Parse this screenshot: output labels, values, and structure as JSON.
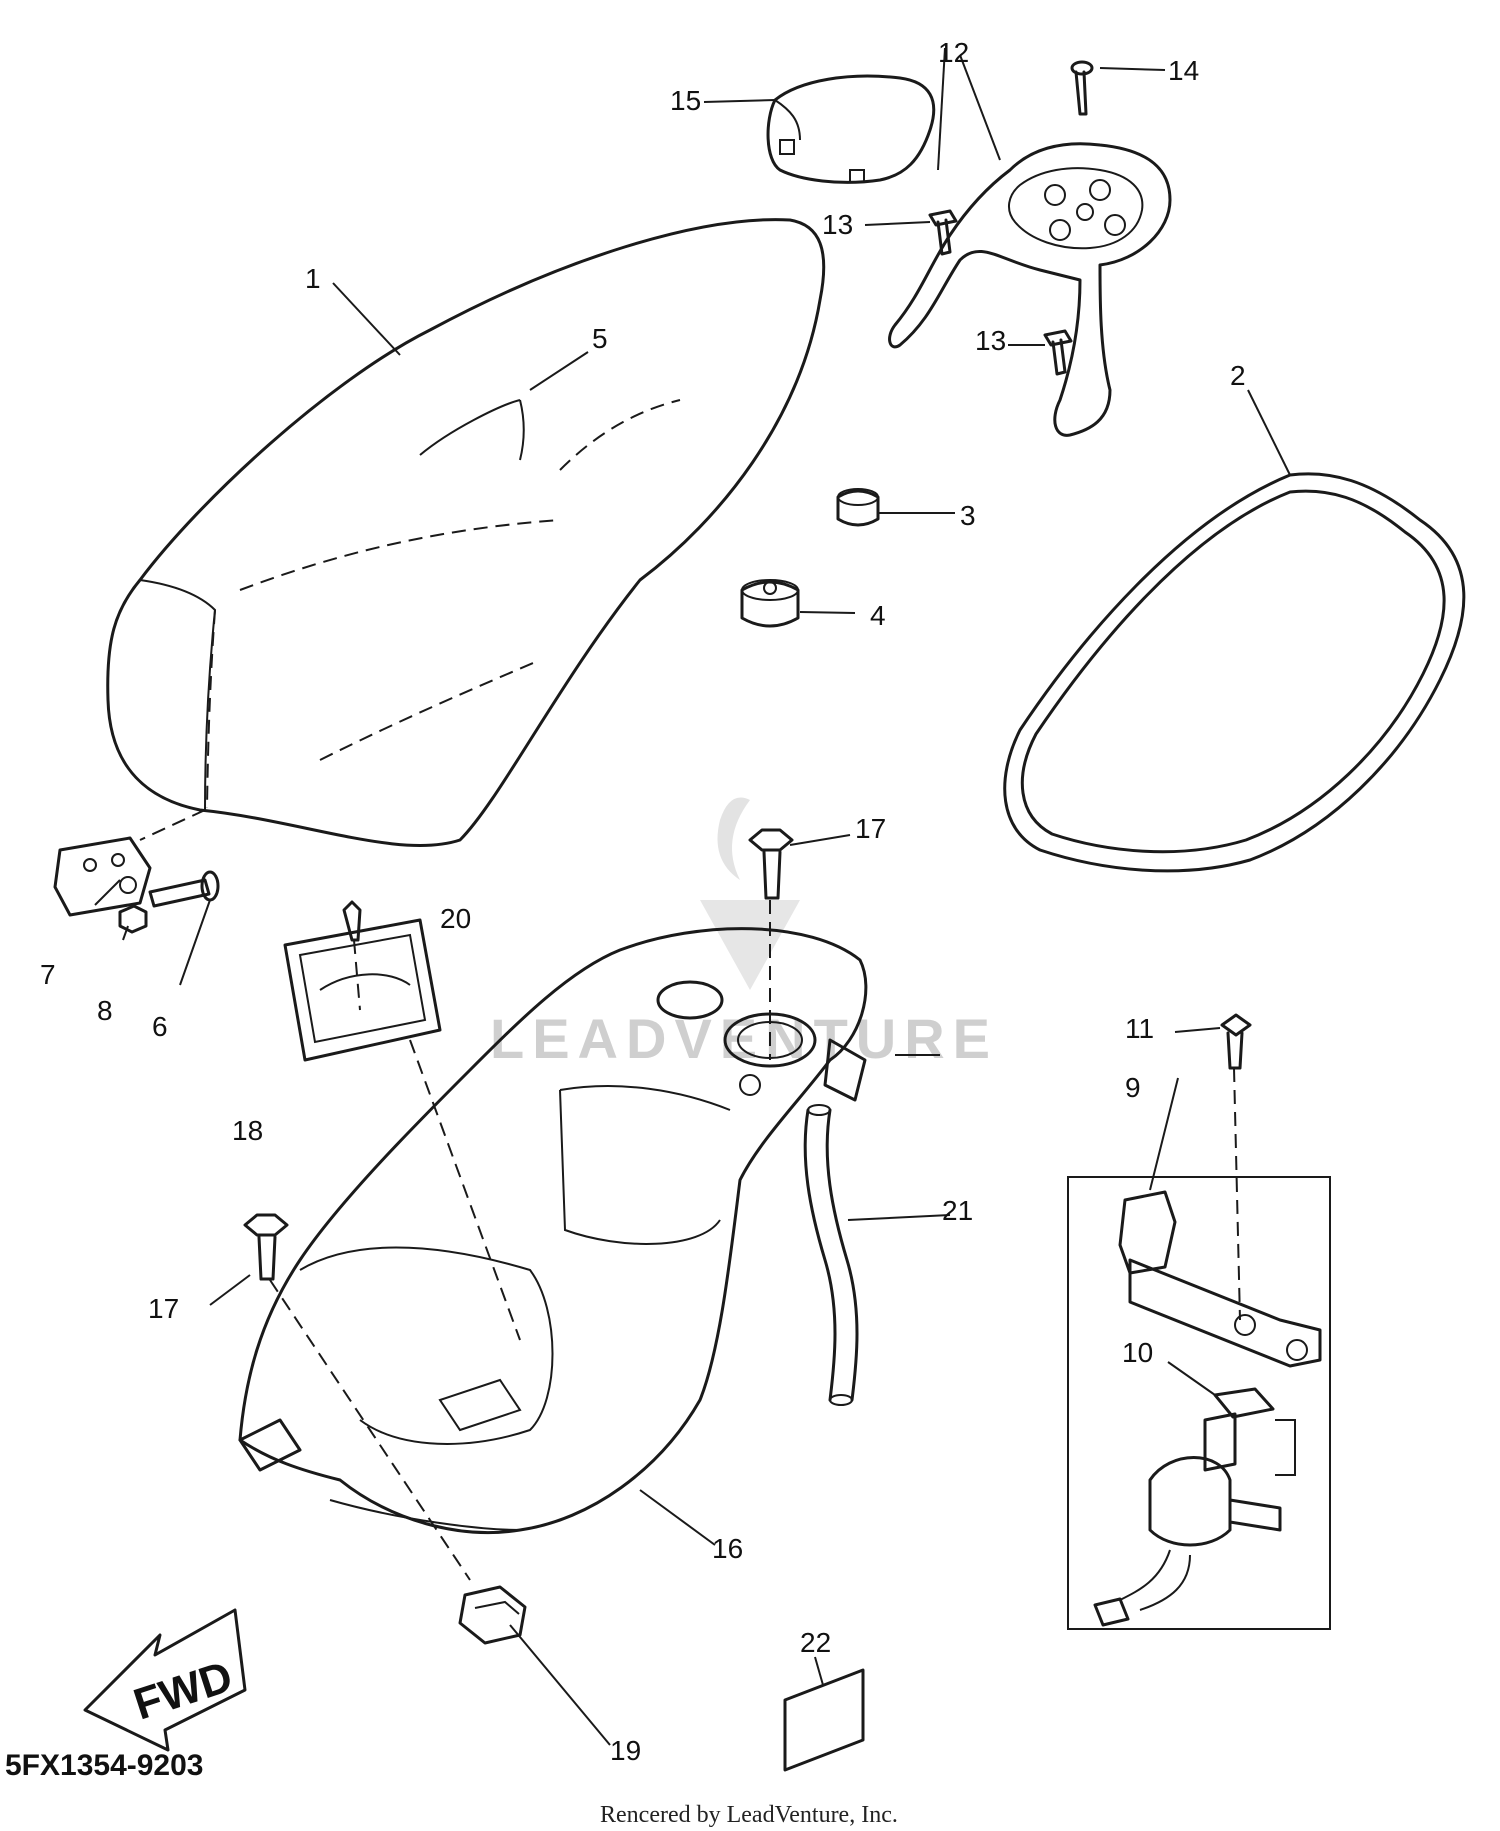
{
  "diagram": {
    "callouts": [
      {
        "id": "c1",
        "label": "1"
      },
      {
        "id": "c2",
        "label": "2"
      },
      {
        "id": "c3",
        "label": "3"
      },
      {
        "id": "c4",
        "label": "4"
      },
      {
        "id": "c5",
        "label": "5"
      },
      {
        "id": "c6",
        "label": "6"
      },
      {
        "id": "c7",
        "label": "7"
      },
      {
        "id": "c8",
        "label": "8"
      },
      {
        "id": "c9",
        "label": "9"
      },
      {
        "id": "c10",
        "label": "10"
      },
      {
        "id": "c11",
        "label": "11"
      },
      {
        "id": "c12",
        "label": "12"
      },
      {
        "id": "c13a",
        "label": "13"
      },
      {
        "id": "c13b",
        "label": "13"
      },
      {
        "id": "c14",
        "label": "14"
      },
      {
        "id": "c15",
        "label": "15"
      },
      {
        "id": "c16",
        "label": "16"
      },
      {
        "id": "c17a",
        "label": "17"
      },
      {
        "id": "c17b",
        "label": "17"
      },
      {
        "id": "c18",
        "label": "18"
      },
      {
        "id": "c19",
        "label": "19"
      },
      {
        "id": "c20",
        "label": "20"
      },
      {
        "id": "c21",
        "label": "21"
      },
      {
        "id": "c22",
        "label": "22"
      }
    ],
    "direction_label": "FWD",
    "diagram_code": "5FX1354-9203",
    "credit": "Rencered by LeadVenture, Inc.",
    "watermark": "LEADVENTURE"
  }
}
